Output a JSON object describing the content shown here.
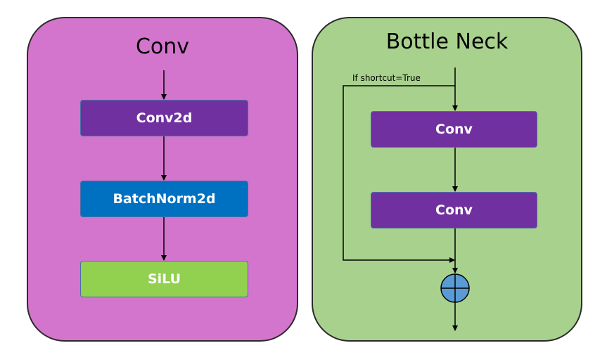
{
  "conv_panel": {
    "title": "Conv",
    "blocks": [
      {
        "label": "Conv2d",
        "color": "#7030a0"
      },
      {
        "label": "BatchNorm2d",
        "color": "#0070c0"
      },
      {
        "label": "SiLU",
        "color": "#92d050"
      }
    ],
    "background": "#d475cd"
  },
  "bottleneck_panel": {
    "title": "Bottle Neck",
    "shortcut_label": "If shortcut=True",
    "blocks": [
      {
        "label": "Conv",
        "color": "#7030a0"
      },
      {
        "label": "Conv",
        "color": "#7030a0"
      }
    ],
    "add_node_icon": "circle-plus-icon",
    "add_node_color": "#5b9bd5",
    "background": "#a9d18e"
  }
}
